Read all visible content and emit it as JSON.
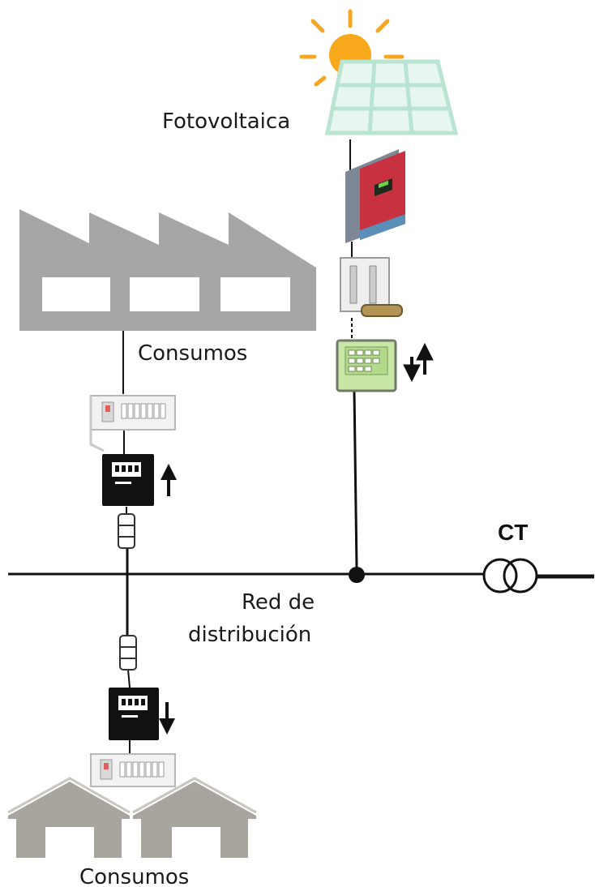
{
  "labels": {
    "pv": "Fotovoltaica",
    "consumos_top": "Consumos",
    "red_line1": "Red de",
    "red_line2": "distribución",
    "ct": "CT",
    "consumos_bottom": "Consumos"
  },
  "icons": {
    "sun": "sun-icon",
    "solar_panel": "solar-panel-icon",
    "inverter": "inverter-icon",
    "switch": "disconnect-switch-icon",
    "bidirectional_meter": "bidirectional-meter-icon",
    "factory": "factory-icon",
    "panel_board": "distribution-panel-icon",
    "meter": "energy-meter-icon",
    "fuse": "fuse-icon",
    "transformer": "transformer-icon",
    "warehouse": "warehouse-icon"
  },
  "colors": {
    "sun": "#f7a81b",
    "sun_rays": "#f5a623",
    "panel_grid": "#b9e4d3",
    "inverter_red": "#c8313f",
    "inverter_grey": "#7d8796",
    "factory": "#a6a6a6",
    "warehouse": "#a8a59e",
    "meter_green": "#c8e6a5",
    "line": "#111111"
  }
}
